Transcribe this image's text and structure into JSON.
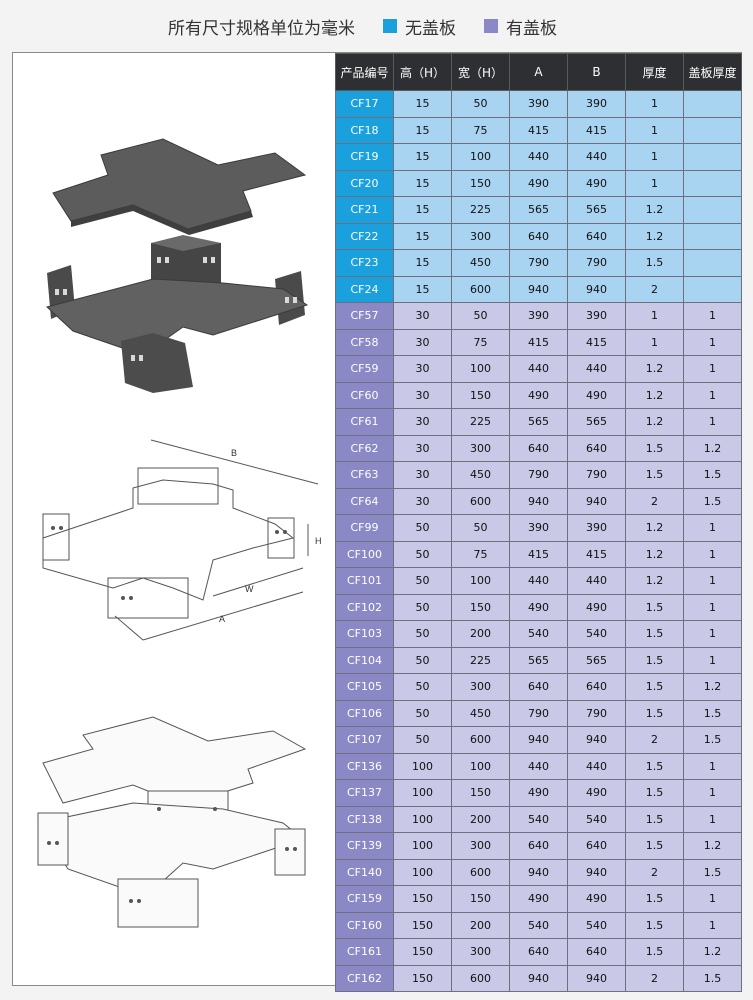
{
  "header": {
    "note": "所有尺寸规格单位为毫米",
    "legend": [
      {
        "label": "无盖板",
        "color": "#1aa1dd"
      },
      {
        "label": "有盖板",
        "color": "#8b88c6"
      }
    ]
  },
  "diagram_labels": {
    "b": "B",
    "h": "H",
    "w": "W",
    "a": "A"
  },
  "table": {
    "columns": [
      "产品编号",
      "高（H）",
      "宽（H）",
      "A",
      "B",
      "厚度",
      "盖板厚度"
    ],
    "rows": [
      {
        "code": "CF17",
        "h": "15",
        "w": "50",
        "a": "390",
        "b": "390",
        "t": "1",
        "ct": "",
        "cover": false
      },
      {
        "code": "CF18",
        "h": "15",
        "w": "75",
        "a": "415",
        "b": "415",
        "t": "1",
        "ct": "",
        "cover": false
      },
      {
        "code": "CF19",
        "h": "15",
        "w": "100",
        "a": "440",
        "b": "440",
        "t": "1",
        "ct": "",
        "cover": false
      },
      {
        "code": "CF20",
        "h": "15",
        "w": "150",
        "a": "490",
        "b": "490",
        "t": "1",
        "ct": "",
        "cover": false
      },
      {
        "code": "CF21",
        "h": "15",
        "w": "225",
        "a": "565",
        "b": "565",
        "t": "1.2",
        "ct": "",
        "cover": false
      },
      {
        "code": "CF22",
        "h": "15",
        "w": "300",
        "a": "640",
        "b": "640",
        "t": "1.2",
        "ct": "",
        "cover": false
      },
      {
        "code": "CF23",
        "h": "15",
        "w": "450",
        "a": "790",
        "b": "790",
        "t": "1.5",
        "ct": "",
        "cover": false
      },
      {
        "code": "CF24",
        "h": "15",
        "w": "600",
        "a": "940",
        "b": "940",
        "t": "2",
        "ct": "",
        "cover": false
      },
      {
        "code": "CF57",
        "h": "30",
        "w": "50",
        "a": "390",
        "b": "390",
        "t": "1",
        "ct": "1",
        "cover": true
      },
      {
        "code": "CF58",
        "h": "30",
        "w": "75",
        "a": "415",
        "b": "415",
        "t": "1",
        "ct": "1",
        "cover": true
      },
      {
        "code": "CF59",
        "h": "30",
        "w": "100",
        "a": "440",
        "b": "440",
        "t": "1.2",
        "ct": "1",
        "cover": true
      },
      {
        "code": "CF60",
        "h": "30",
        "w": "150",
        "a": "490",
        "b": "490",
        "t": "1.2",
        "ct": "1",
        "cover": true
      },
      {
        "code": "CF61",
        "h": "30",
        "w": "225",
        "a": "565",
        "b": "565",
        "t": "1.2",
        "ct": "1",
        "cover": true
      },
      {
        "code": "CF62",
        "h": "30",
        "w": "300",
        "a": "640",
        "b": "640",
        "t": "1.5",
        "ct": "1.2",
        "cover": true
      },
      {
        "code": "CF63",
        "h": "30",
        "w": "450",
        "a": "790",
        "b": "790",
        "t": "1.5",
        "ct": "1.5",
        "cover": true
      },
      {
        "code": "CF64",
        "h": "30",
        "w": "600",
        "a": "940",
        "b": "940",
        "t": "2",
        "ct": "1.5",
        "cover": true
      },
      {
        "code": "CF99",
        "h": "50",
        "w": "50",
        "a": "390",
        "b": "390",
        "t": "1.2",
        "ct": "1",
        "cover": true
      },
      {
        "code": "CF100",
        "h": "50",
        "w": "75",
        "a": "415",
        "b": "415",
        "t": "1.2",
        "ct": "1",
        "cover": true
      },
      {
        "code": "CF101",
        "h": "50",
        "w": "100",
        "a": "440",
        "b": "440",
        "t": "1.2",
        "ct": "1",
        "cover": true
      },
      {
        "code": "CF102",
        "h": "50",
        "w": "150",
        "a": "490",
        "b": "490",
        "t": "1.5",
        "ct": "1",
        "cover": true
      },
      {
        "code": "CF103",
        "h": "50",
        "w": "200",
        "a": "540",
        "b": "540",
        "t": "1.5",
        "ct": "1",
        "cover": true
      },
      {
        "code": "CF104",
        "h": "50",
        "w": "225",
        "a": "565",
        "b": "565",
        "t": "1.5",
        "ct": "1",
        "cover": true
      },
      {
        "code": "CF105",
        "h": "50",
        "w": "300",
        "a": "640",
        "b": "640",
        "t": "1.5",
        "ct": "1.2",
        "cover": true
      },
      {
        "code": "CF106",
        "h": "50",
        "w": "450",
        "a": "790",
        "b": "790",
        "t": "1.5",
        "ct": "1.5",
        "cover": true
      },
      {
        "code": "CF107",
        "h": "50",
        "w": "600",
        "a": "940",
        "b": "940",
        "t": "2",
        "ct": "1.5",
        "cover": true
      },
      {
        "code": "CF136",
        "h": "100",
        "w": "100",
        "a": "440",
        "b": "440",
        "t": "1.5",
        "ct": "1",
        "cover": true
      },
      {
        "code": "CF137",
        "h": "100",
        "w": "150",
        "a": "490",
        "b": "490",
        "t": "1.5",
        "ct": "1",
        "cover": true
      },
      {
        "code": "CF138",
        "h": "100",
        "w": "200",
        "a": "540",
        "b": "540",
        "t": "1.5",
        "ct": "1",
        "cover": true
      },
      {
        "code": "CF139",
        "h": "100",
        "w": "300",
        "a": "640",
        "b": "640",
        "t": "1.5",
        "ct": "1.2",
        "cover": true
      },
      {
        "code": "CF140",
        "h": "100",
        "w": "600",
        "a": "940",
        "b": "940",
        "t": "2",
        "ct": "1.5",
        "cover": true
      },
      {
        "code": "CF159",
        "h": "150",
        "w": "150",
        "a": "490",
        "b": "490",
        "t": "1.5",
        "ct": "1",
        "cover": true
      },
      {
        "code": "CF160",
        "h": "150",
        "w": "200",
        "a": "540",
        "b": "540",
        "t": "1.5",
        "ct": "1",
        "cover": true
      },
      {
        "code": "CF161",
        "h": "150",
        "w": "300",
        "a": "640",
        "b": "640",
        "t": "1.5",
        "ct": "1.2",
        "cover": true
      },
      {
        "code": "CF162",
        "h": "150",
        "w": "600",
        "a": "940",
        "b": "940",
        "t": "2",
        "ct": "1.5",
        "cover": true
      }
    ]
  }
}
